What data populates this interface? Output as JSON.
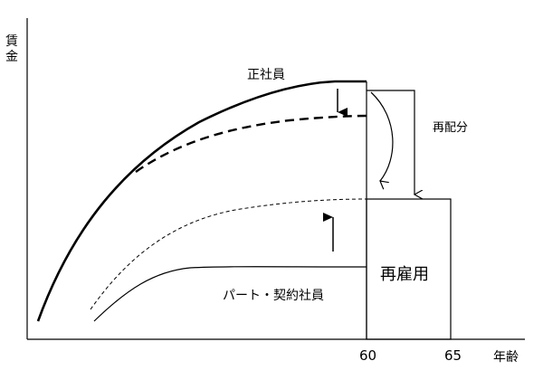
{
  "axes": {
    "y_label_line1": "賃",
    "y_label_line2": "金",
    "x_label": "年齢",
    "tick_60": "60",
    "tick_65": "65"
  },
  "labels": {
    "regular": "正社員",
    "part_time": "パート・契約社員",
    "reemployment": "再雇用",
    "redistribution": "再配分"
  }
}
